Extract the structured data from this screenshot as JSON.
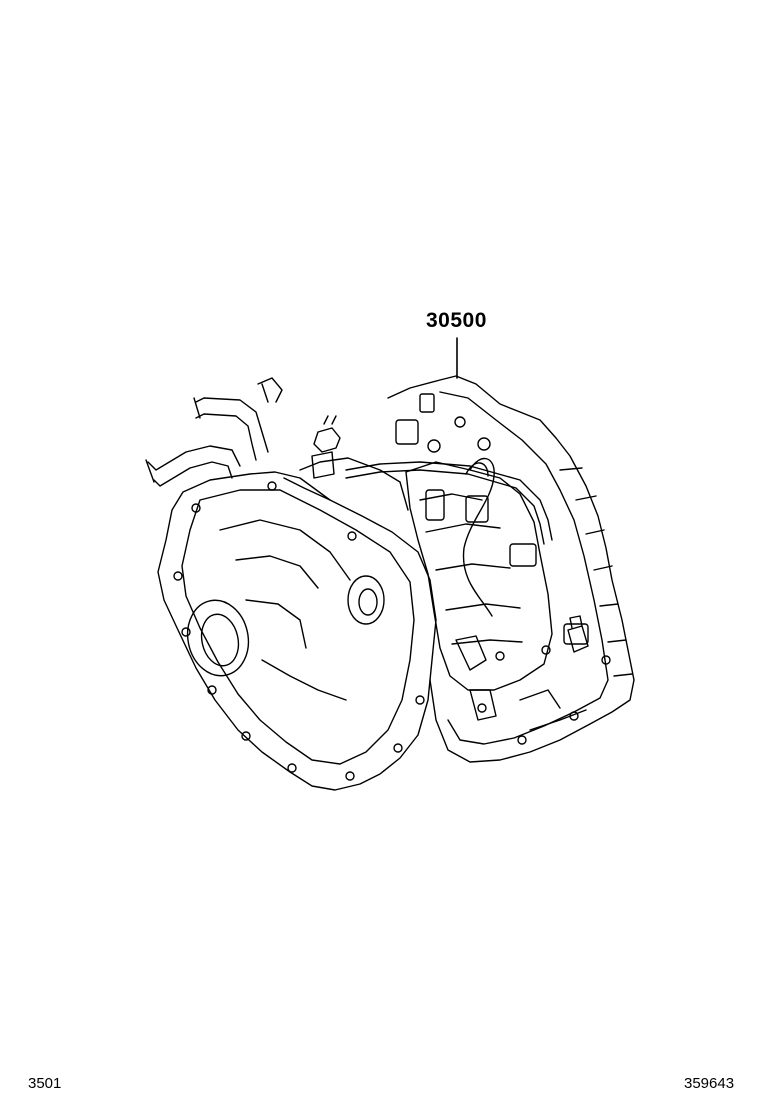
{
  "diagram": {
    "part_number": "30500",
    "footer_left_code": "3501",
    "footer_right_code": "359643",
    "line_color": "#000000",
    "background_color": "#ffffff"
  }
}
